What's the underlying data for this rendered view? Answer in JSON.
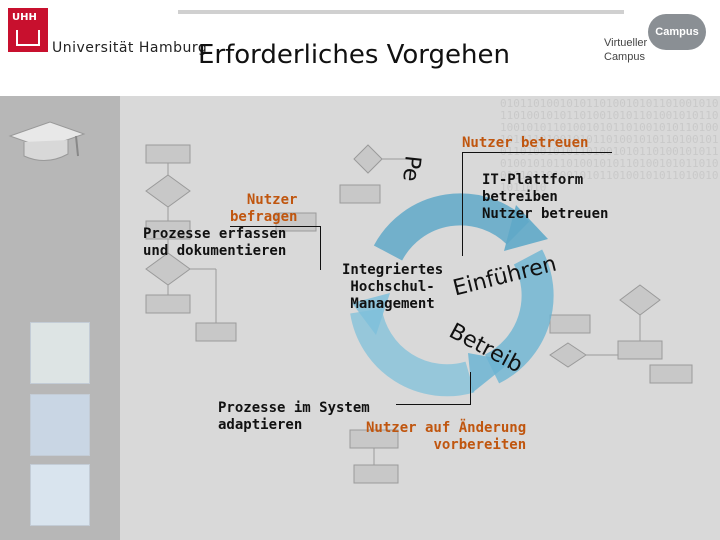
{
  "header": {
    "logo_text": "UHH",
    "university": "Universität Hamburg",
    "title": "Erforderliches Vorgehen",
    "campus_line1": "Virtueller",
    "campus_line2": "Campus",
    "campus_badge": "Campus"
  },
  "diagram": {
    "nutzer_betreuen_top": "Nutzer betreuen",
    "it_plattform": [
      "IT-Plattform",
      "betreiben",
      "Nutzer betreuen"
    ],
    "nutzer_befragen": [
      "Nutzer",
      "befragen"
    ],
    "prozesse_erfassen": [
      "Prozesse erfassen",
      "und dokumentieren"
    ],
    "center": [
      "Integriertes",
      "Hochschul-",
      "Management"
    ],
    "prozesse_system": [
      "Prozesse im System",
      "adaptieren"
    ],
    "nutzer_aenderung": [
      "Nutzer auf Änderung",
      "vorbereiten"
    ],
    "rotated_labels": [
      "Pe",
      "Einführen",
      "Betreib"
    ]
  },
  "colors": {
    "orange": "#c0560f",
    "cycle_blue": "#5fa8c8",
    "band_grey": "#b7b7b7"
  }
}
